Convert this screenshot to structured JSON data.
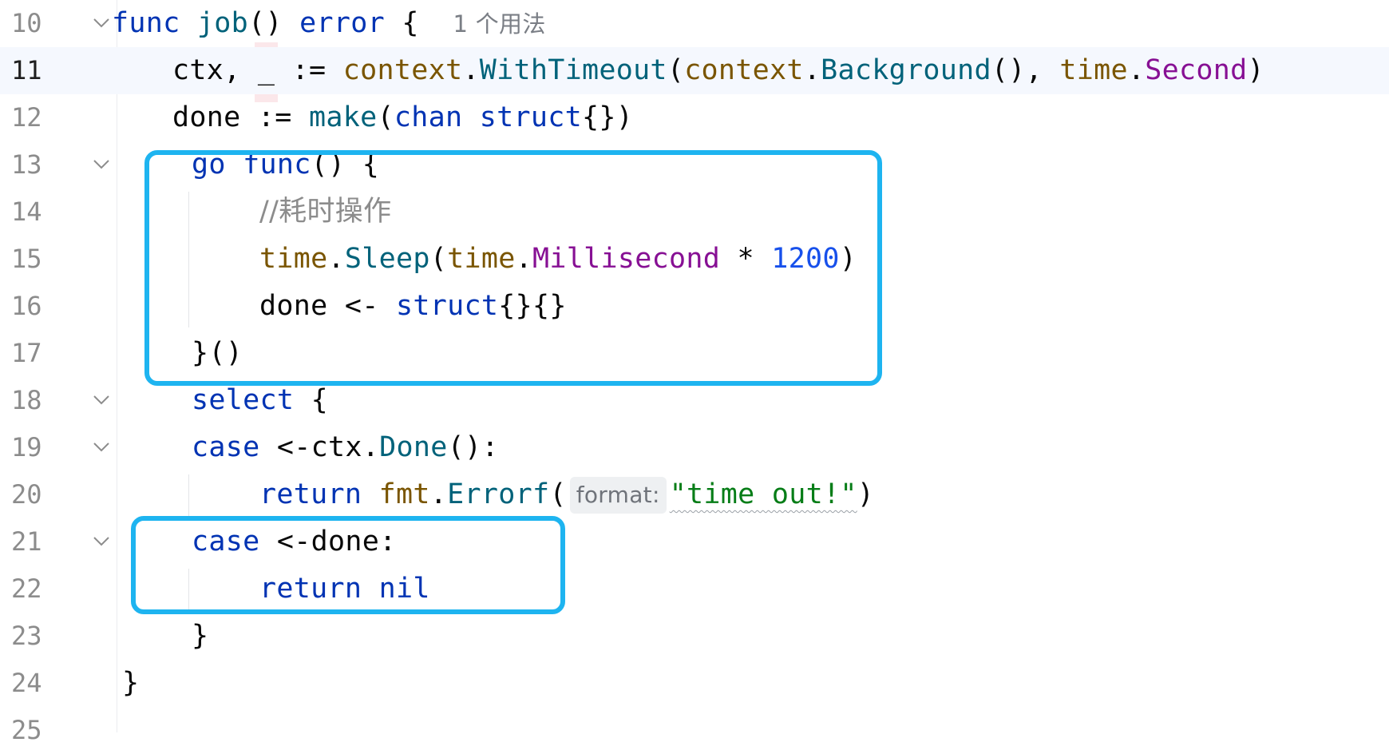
{
  "editor": {
    "line_numbers": [
      "10",
      "11",
      "12",
      "13",
      "14",
      "15",
      "16",
      "17",
      "18",
      "19",
      "20",
      "21",
      "22",
      "23",
      "24",
      "25"
    ],
    "usages_hint": "1 个用法",
    "param_hint": "format:",
    "colors": {
      "keyword": "#0033b3",
      "function": "#00627a",
      "package": "#7a5500",
      "member": "#871094",
      "number": "#1750eb",
      "string": "#067d17",
      "comment": "#8c8c8c",
      "highlight_box": "#1eb4f0",
      "current_line": "#f5f8fe"
    },
    "tokens": {
      "l10": [
        "func",
        " ",
        "job",
        "() ",
        "error",
        " {"
      ],
      "l11": [
        "ctx, ",
        "_",
        " := ",
        "context",
        ".",
        "WithTimeout",
        "(",
        "context",
        ".",
        "Background",
        "(), ",
        "time",
        ".",
        "Second",
        ")"
      ],
      "l12": [
        "done := ",
        "make",
        "(",
        "chan",
        " ",
        "struct",
        "{})"
      ],
      "l13": [
        "go",
        " ",
        "func",
        "() {"
      ],
      "l14": [
        "//耗时操作"
      ],
      "l15": [
        "time",
        ".",
        "Sleep",
        "(",
        "time",
        ".",
        "Millisecond",
        " * ",
        "1200",
        ")"
      ],
      "l16": [
        "done <- ",
        "struct",
        "{}{}"
      ],
      "l17": [
        "}()"
      ],
      "l18": [
        "select",
        " {"
      ],
      "l19": [
        "case",
        " <-ctx.",
        "Done",
        "():"
      ],
      "l20": [
        "return",
        " ",
        "fmt",
        ".",
        "Errorf",
        "(",
        "\"time out!\"",
        ")"
      ],
      "l21": [
        "case",
        " <-done:"
      ],
      "l22": [
        "return",
        " ",
        "nil"
      ],
      "l23": [
        "}"
      ],
      "l24": [
        "}"
      ]
    }
  }
}
